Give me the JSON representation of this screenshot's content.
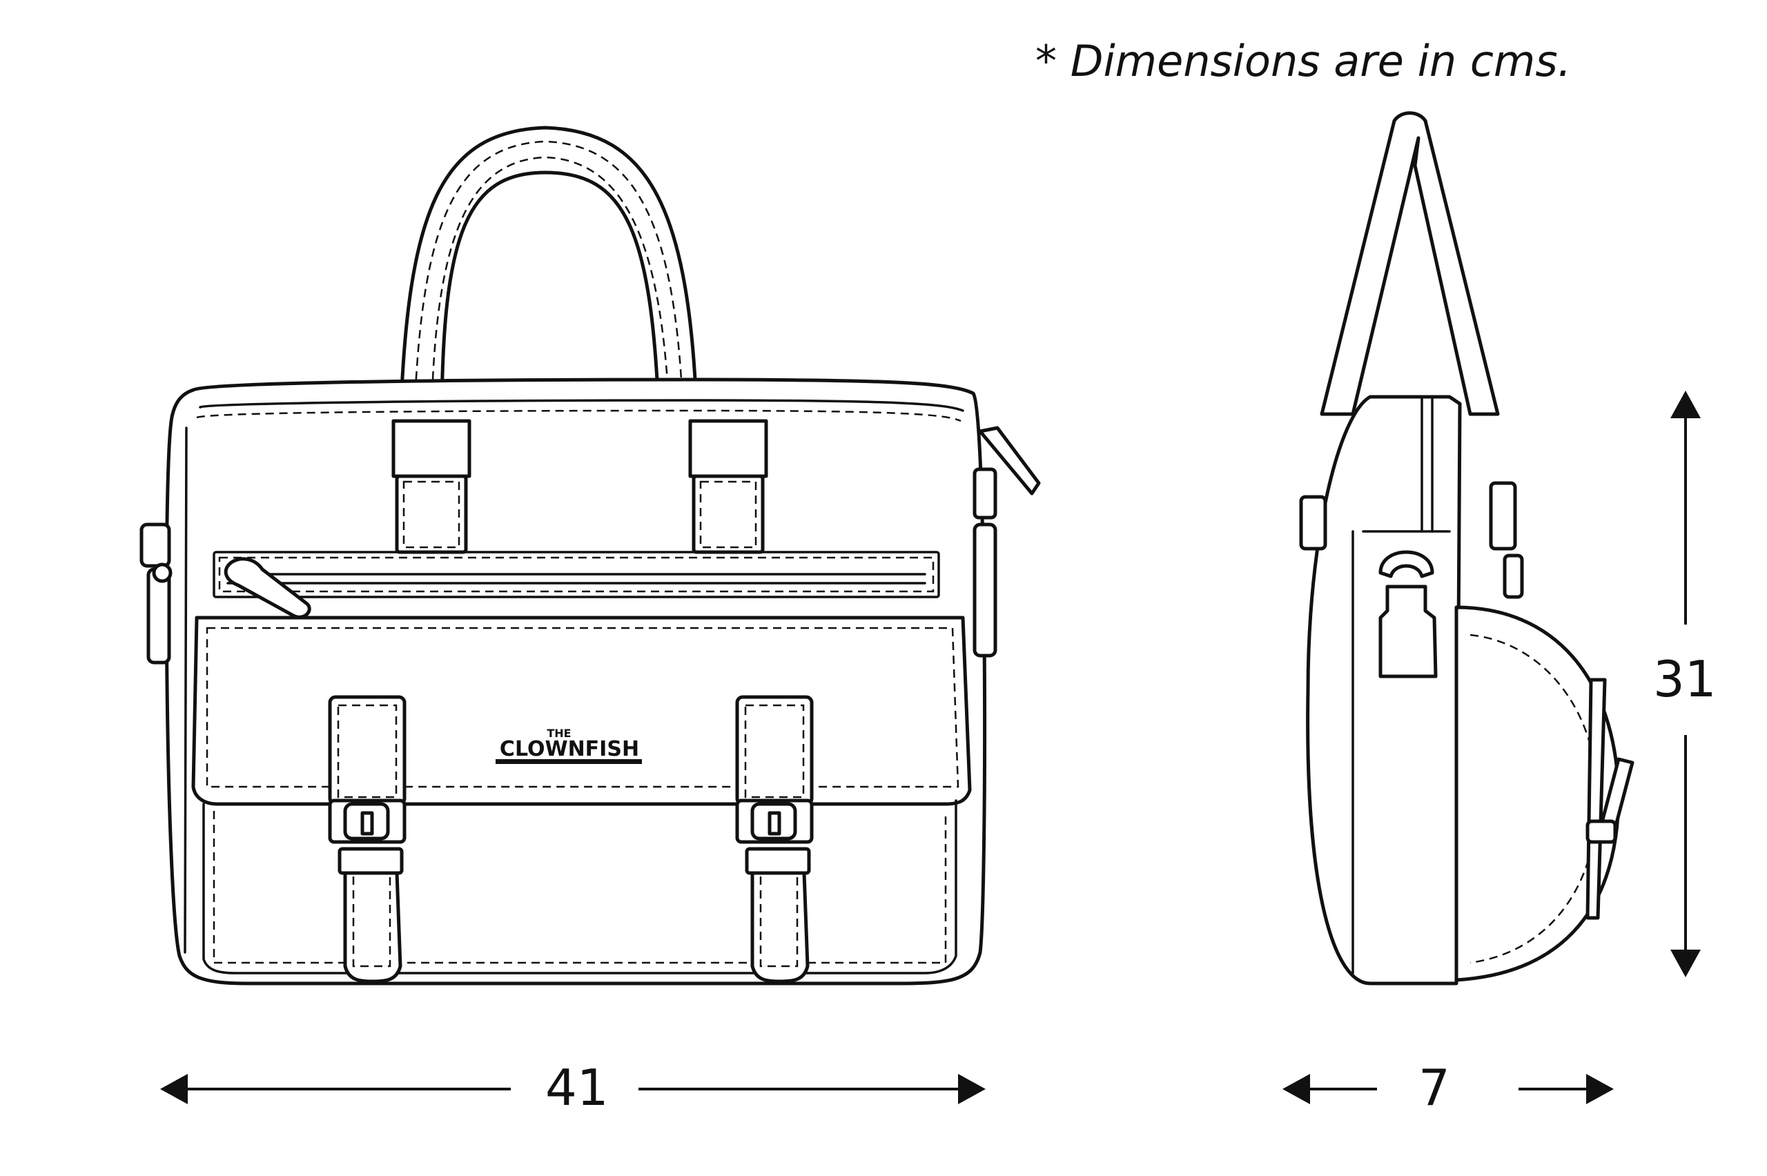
{
  "note": "* Dimensions are in cms.",
  "logo": {
    "small": "THE",
    "main": "CLOWNFISH"
  },
  "dimensions": {
    "width": {
      "value": 41
    },
    "depth": {
      "value": 7
    },
    "height": {
      "value": 31
    }
  },
  "colors": {
    "line": "#111111",
    "background": "#ffffff"
  }
}
